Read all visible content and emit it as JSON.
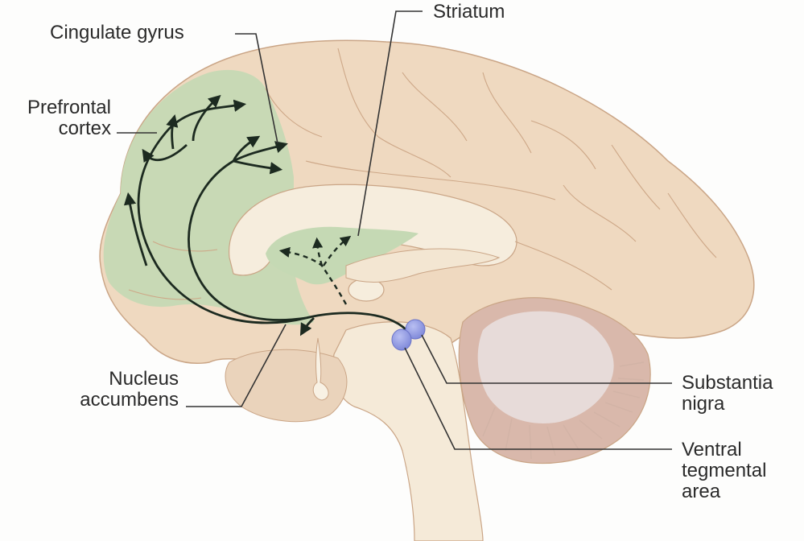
{
  "figure": {
    "labels": {
      "cingulate_gyrus": "Cingulate gyrus",
      "prefrontal_cortex_line1": "Prefrontal",
      "prefrontal_cortex_line2": "cortex",
      "striatum": "Striatum",
      "nucleus_accumbens_line1": "Nucleus",
      "nucleus_accumbens_line2": "accumbens",
      "substantia_nigra_line1": "Substantia",
      "substantia_nigra_line2": "nigra",
      "vta_line1": "Ventral",
      "vta_line2": "tegmental",
      "vta_line3": "area"
    },
    "colors": {
      "cortex": "#efd9c0",
      "cortex_outline": "#caa586",
      "highlight_green": "#c5d9b4",
      "white_matter": "#f6eddd",
      "cerebellum": "#e6d6d2",
      "cerebellum_folia": "#d8b6aa",
      "nuclei": "#8e96e0",
      "pathway": "#1c2a20",
      "leader_line": "#333333"
    },
    "icons": {
      "pathway_arrow": "arrowhead-icon",
      "dopamine_nucleus": "ellipse-node-icon"
    }
  }
}
